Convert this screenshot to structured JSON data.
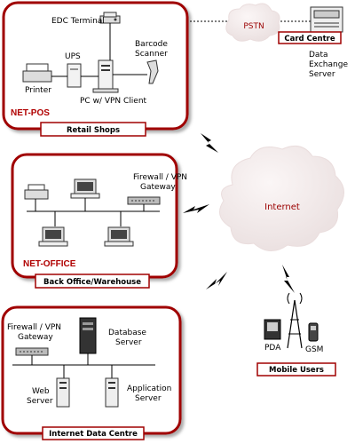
{
  "panels": {
    "retail": {
      "brand": "NET-POS",
      "caption": "Retail Shops"
    },
    "backoffice": {
      "brand": "NET-OFFICE",
      "caption": "Back Office/Warehouse"
    },
    "datacentre": {
      "caption": "Internet Data Centre"
    }
  },
  "labels": {
    "edc_terminal": "EDC Terminal",
    "ups": "UPS",
    "barcode_1": "Barcode",
    "barcode_2": "Scanner",
    "printer": "Printer",
    "pc_vpn": "PC w/ VPN Client",
    "fw_gw_bo_1": "Firewall / VPN",
    "fw_gw_bo_2": "Gateway",
    "fw_gw_dc_1": "Firewall / VPN",
    "fw_gw_dc_2": "Gateway",
    "db_1": "Database",
    "db_2": "Server",
    "web_1": "Web",
    "web_2": "Server",
    "app_1": "Application",
    "app_2": "Server",
    "pstn": "PSTN",
    "internet": "Internet",
    "card_centre": "Card Centre",
    "dxs_1": "Data",
    "dxs_2": "Exchange",
    "dxs_3": "Server",
    "mobile_users": "Mobile Users",
    "pda": "PDA",
    "gsm": "GSM"
  },
  "colors": {
    "accent": "#9b0000",
    "cloud": "#f1e6e6",
    "border": "#a00000"
  }
}
